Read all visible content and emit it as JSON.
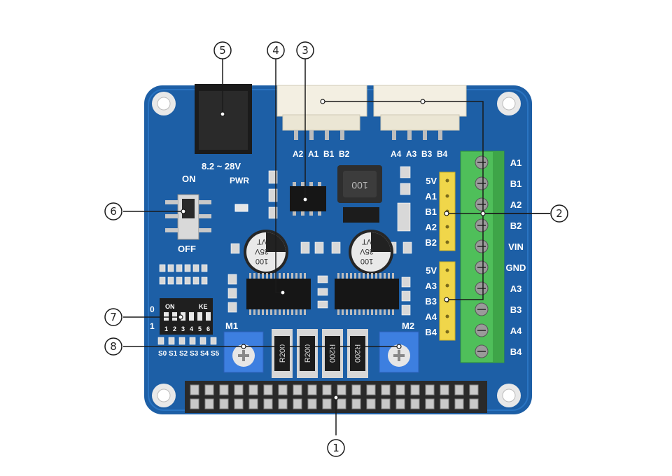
{
  "board": {
    "input_voltage": "8.2 ~ 28V",
    "pwr_label": "PWR",
    "switch_on": "ON",
    "switch_off": "OFF",
    "dip_on": "ON",
    "dip_ke": "KE",
    "dip_row0": "0",
    "dip_row1": "1",
    "dip_numbers": [
      "1",
      "2",
      "3",
      "4",
      "5",
      "6"
    ],
    "dip_s_labels": [
      "S0",
      "S1",
      "S2",
      "S3",
      "S4",
      "S5"
    ],
    "m1": "M1",
    "m2": "M2",
    "top_left_connector": [
      "A2",
      "A1",
      "B1",
      "B2"
    ],
    "top_right_connector": [
      "A4",
      "A3",
      "B3",
      "B4"
    ],
    "header1": [
      "5V",
      "A1",
      "B1",
      "A2",
      "B2"
    ],
    "header2": [
      "5V",
      "A3",
      "B3",
      "A4",
      "B4"
    ],
    "terminal_labels": [
      "A1",
      "B1",
      "A2",
      "B2",
      "VIN",
      "GND",
      "A3",
      "B3",
      "A4",
      "B4"
    ],
    "cap_text": [
      "100",
      "35V",
      "VT"
    ],
    "inductor_text": "100",
    "resistor_text": [
      "R200",
      "R200",
      "R200",
      "R200"
    ]
  },
  "callouts": [
    "1",
    "2",
    "3",
    "4",
    "5",
    "6",
    "7",
    "8"
  ],
  "colors": {
    "pcb": "#1d5fa6",
    "terminal": "#4fbf5a",
    "pin_header": "#f0d64a",
    "silk": "#ffffff"
  }
}
